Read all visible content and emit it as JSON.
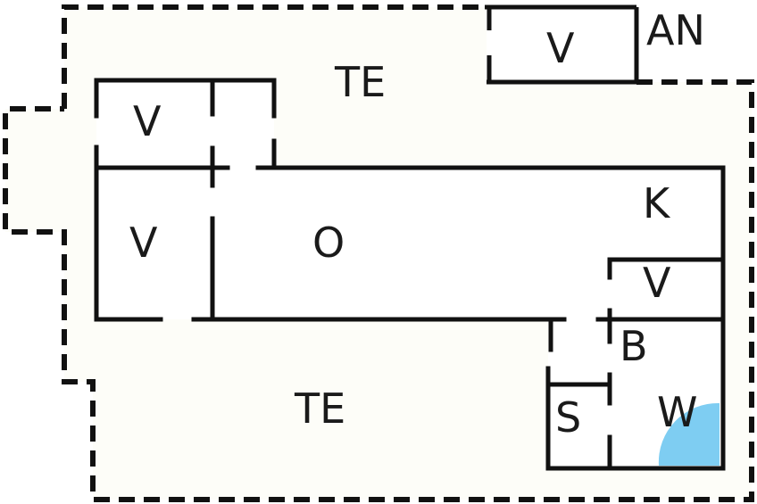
{
  "diagram": {
    "type": "floor-plan",
    "background_color": "#fdfdf8",
    "wall_color": "#111111",
    "water_color": "#7ecdf2",
    "labels": {
      "annex": "AN",
      "terrace_top": "TE",
      "terrace_bottom": "TE",
      "veranda_top_left": "V",
      "veranda_left": "V",
      "veranda_annex": "V",
      "veranda_right": "V",
      "open_room": "O",
      "kitchen": "K",
      "bathroom": "B",
      "storage": "S",
      "water": "W"
    },
    "legend_meaning": {
      "dashed_line": "boundary / terrace edge",
      "solid_line": "wall",
      "gap": "door/opening",
      "blue_quarter_circle": "water feature"
    }
  }
}
